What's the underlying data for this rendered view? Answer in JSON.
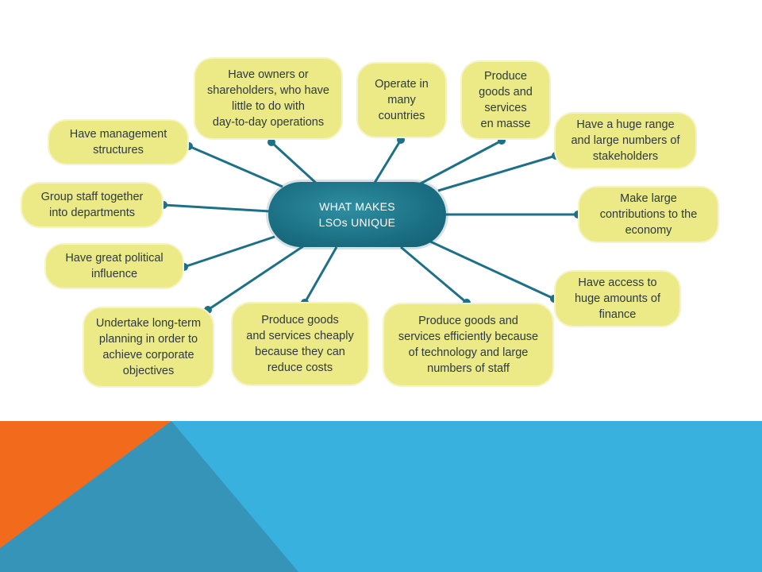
{
  "diagram": {
    "hub": "WHAT MAKES\nLSOs UNIQUE",
    "nodes": [
      "Have owners or\nshareholders, who have\nlittle to do with\nday-to-day operations",
      "Operate in\nmany\ncountries",
      "Produce\ngoods and\nservices\nen masse",
      "Have a huge range\nand large numbers of\nstakeholders",
      "Have management\nstructures",
      "Group staff together\ninto departments",
      "Make large\ncontributions to the\neconomy",
      "Have great political\ninfluence",
      "Have access to\nhuge amounts of\nfinance",
      "Undertake long-term\nplanning in order to\nachieve corporate\nobjectives",
      "Produce goods\nand services cheaply\nbecause they can\nreduce costs",
      "Produce goods and\nservices efficiently because\nof technology and large\nnumbers of staff"
    ]
  },
  "colors": {
    "node_fill": "#ecea87",
    "hub_fill": "#1b6f83",
    "connector": "#1e7088",
    "banner_blue": "#39b1de",
    "banner_orange": "#f26b1d",
    "banner_teal": "#3594b8"
  }
}
